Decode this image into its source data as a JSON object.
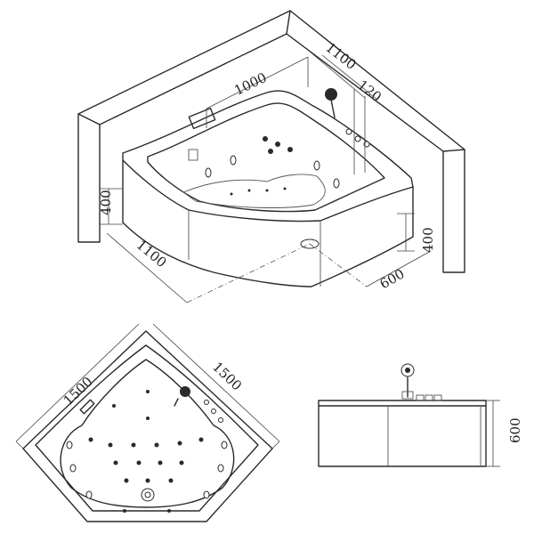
{
  "views": {
    "isometric": {
      "dim_top_depth": "1000",
      "dim_top_width": "1100",
      "dim_top_deck": "120",
      "dim_left_height": "400",
      "dim_right_height": "400",
      "dim_bottom_length": "1100",
      "dim_bottom_front": "600"
    },
    "plan": {
      "dim_left_side": "1500",
      "dim_right_side": "1500"
    },
    "front": {
      "dim_height": "600"
    }
  },
  "colors": {
    "line": "#2a2a2a",
    "background": "#ffffff"
  }
}
